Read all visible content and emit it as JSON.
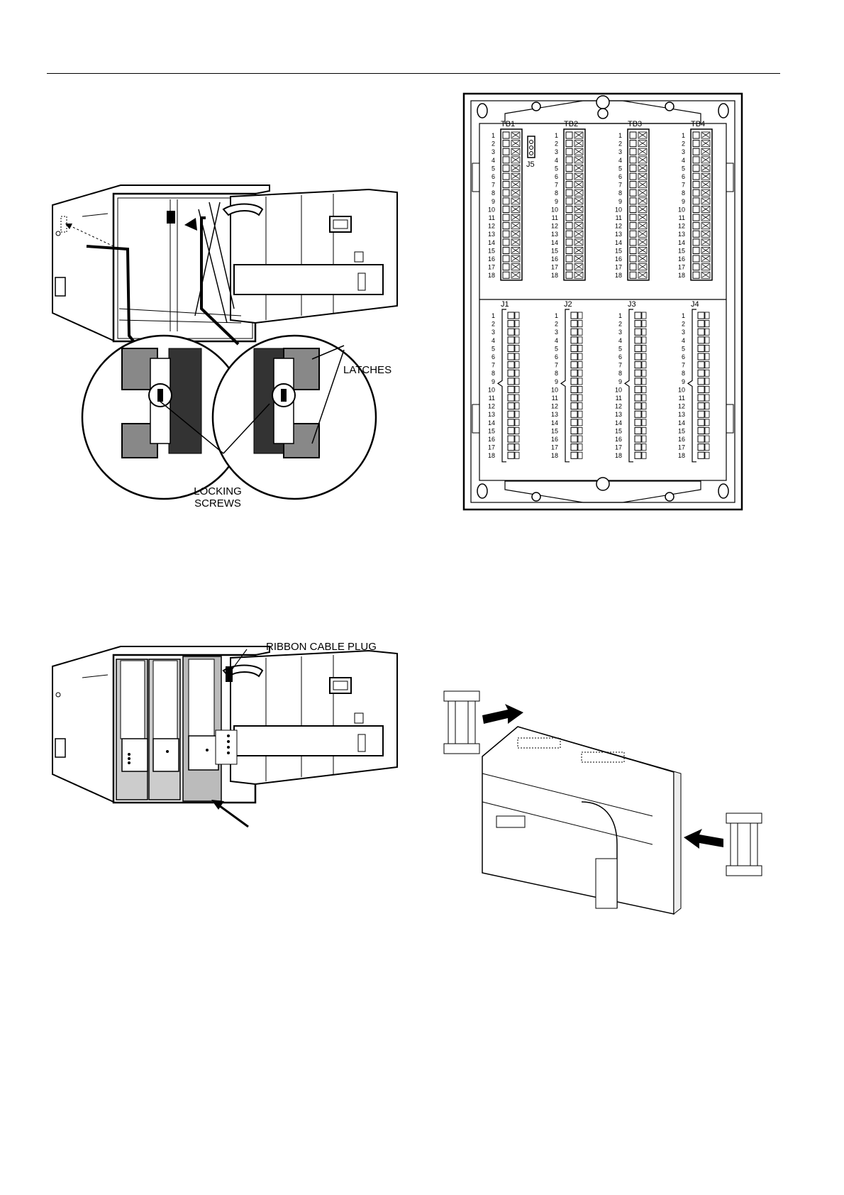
{
  "labels": {
    "latches": "LATCHES",
    "locking_screws_1": "LOCKING",
    "locking_screws_2": "SCREWS",
    "ribbon_cable_plug": "RIBBON CABLE PLUG"
  },
  "terminal_board": {
    "tb_headers": [
      "TB1",
      "TB2",
      "TB3",
      "TB4"
    ],
    "j_headers": [
      "J1",
      "J2",
      "J3",
      "J4"
    ],
    "jumper": "J5",
    "row_numbers": [
      "1",
      "2",
      "3",
      "4",
      "5",
      "6",
      "7",
      "8",
      "9",
      "10",
      "11",
      "12",
      "13",
      "14",
      "15",
      "16",
      "17",
      "18"
    ]
  }
}
